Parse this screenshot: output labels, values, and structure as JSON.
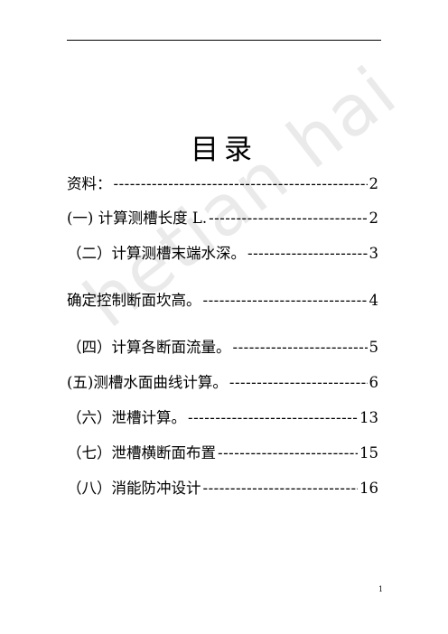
{
  "document": {
    "title": "目录",
    "watermark": "hetian hai",
    "page_number": "1",
    "toc": [
      {
        "label": "资料：  ",
        "leader": "----------------------------------------------------------",
        "page": "2"
      },
      {
        "label": "(一)   计算测槽长度 L.",
        "leader": "----------------------------------------------------------",
        "page": "2"
      },
      {
        "label": "（二）计算测槽末端水深。 ",
        "leader": "----------------------------------------------------------",
        "page": "3"
      },
      {
        "label": "确定控制断面坎高。 ",
        "leader": "----------------------------------------------------------",
        "page": "4"
      },
      {
        "label": "（四）计算各断面流量。 ",
        "leader": "----------------------------------------------------------",
        "page": "5"
      },
      {
        "label": "(五)测槽水面曲线计算。 ",
        "leader": "----------------------------------------------------------",
        "page": "6"
      },
      {
        "label": "（六）泄槽计算。 ",
        "leader": "----------------------------------------------------------",
        "page": "13"
      },
      {
        "label": "（七）泄槽横断面布置 ",
        "leader": "----------------------------------------------------------",
        "page": "15"
      },
      {
        "label": "（八）消能防冲设计 ",
        "leader": "----------------------------------------------------------",
        "page": "16"
      }
    ]
  }
}
